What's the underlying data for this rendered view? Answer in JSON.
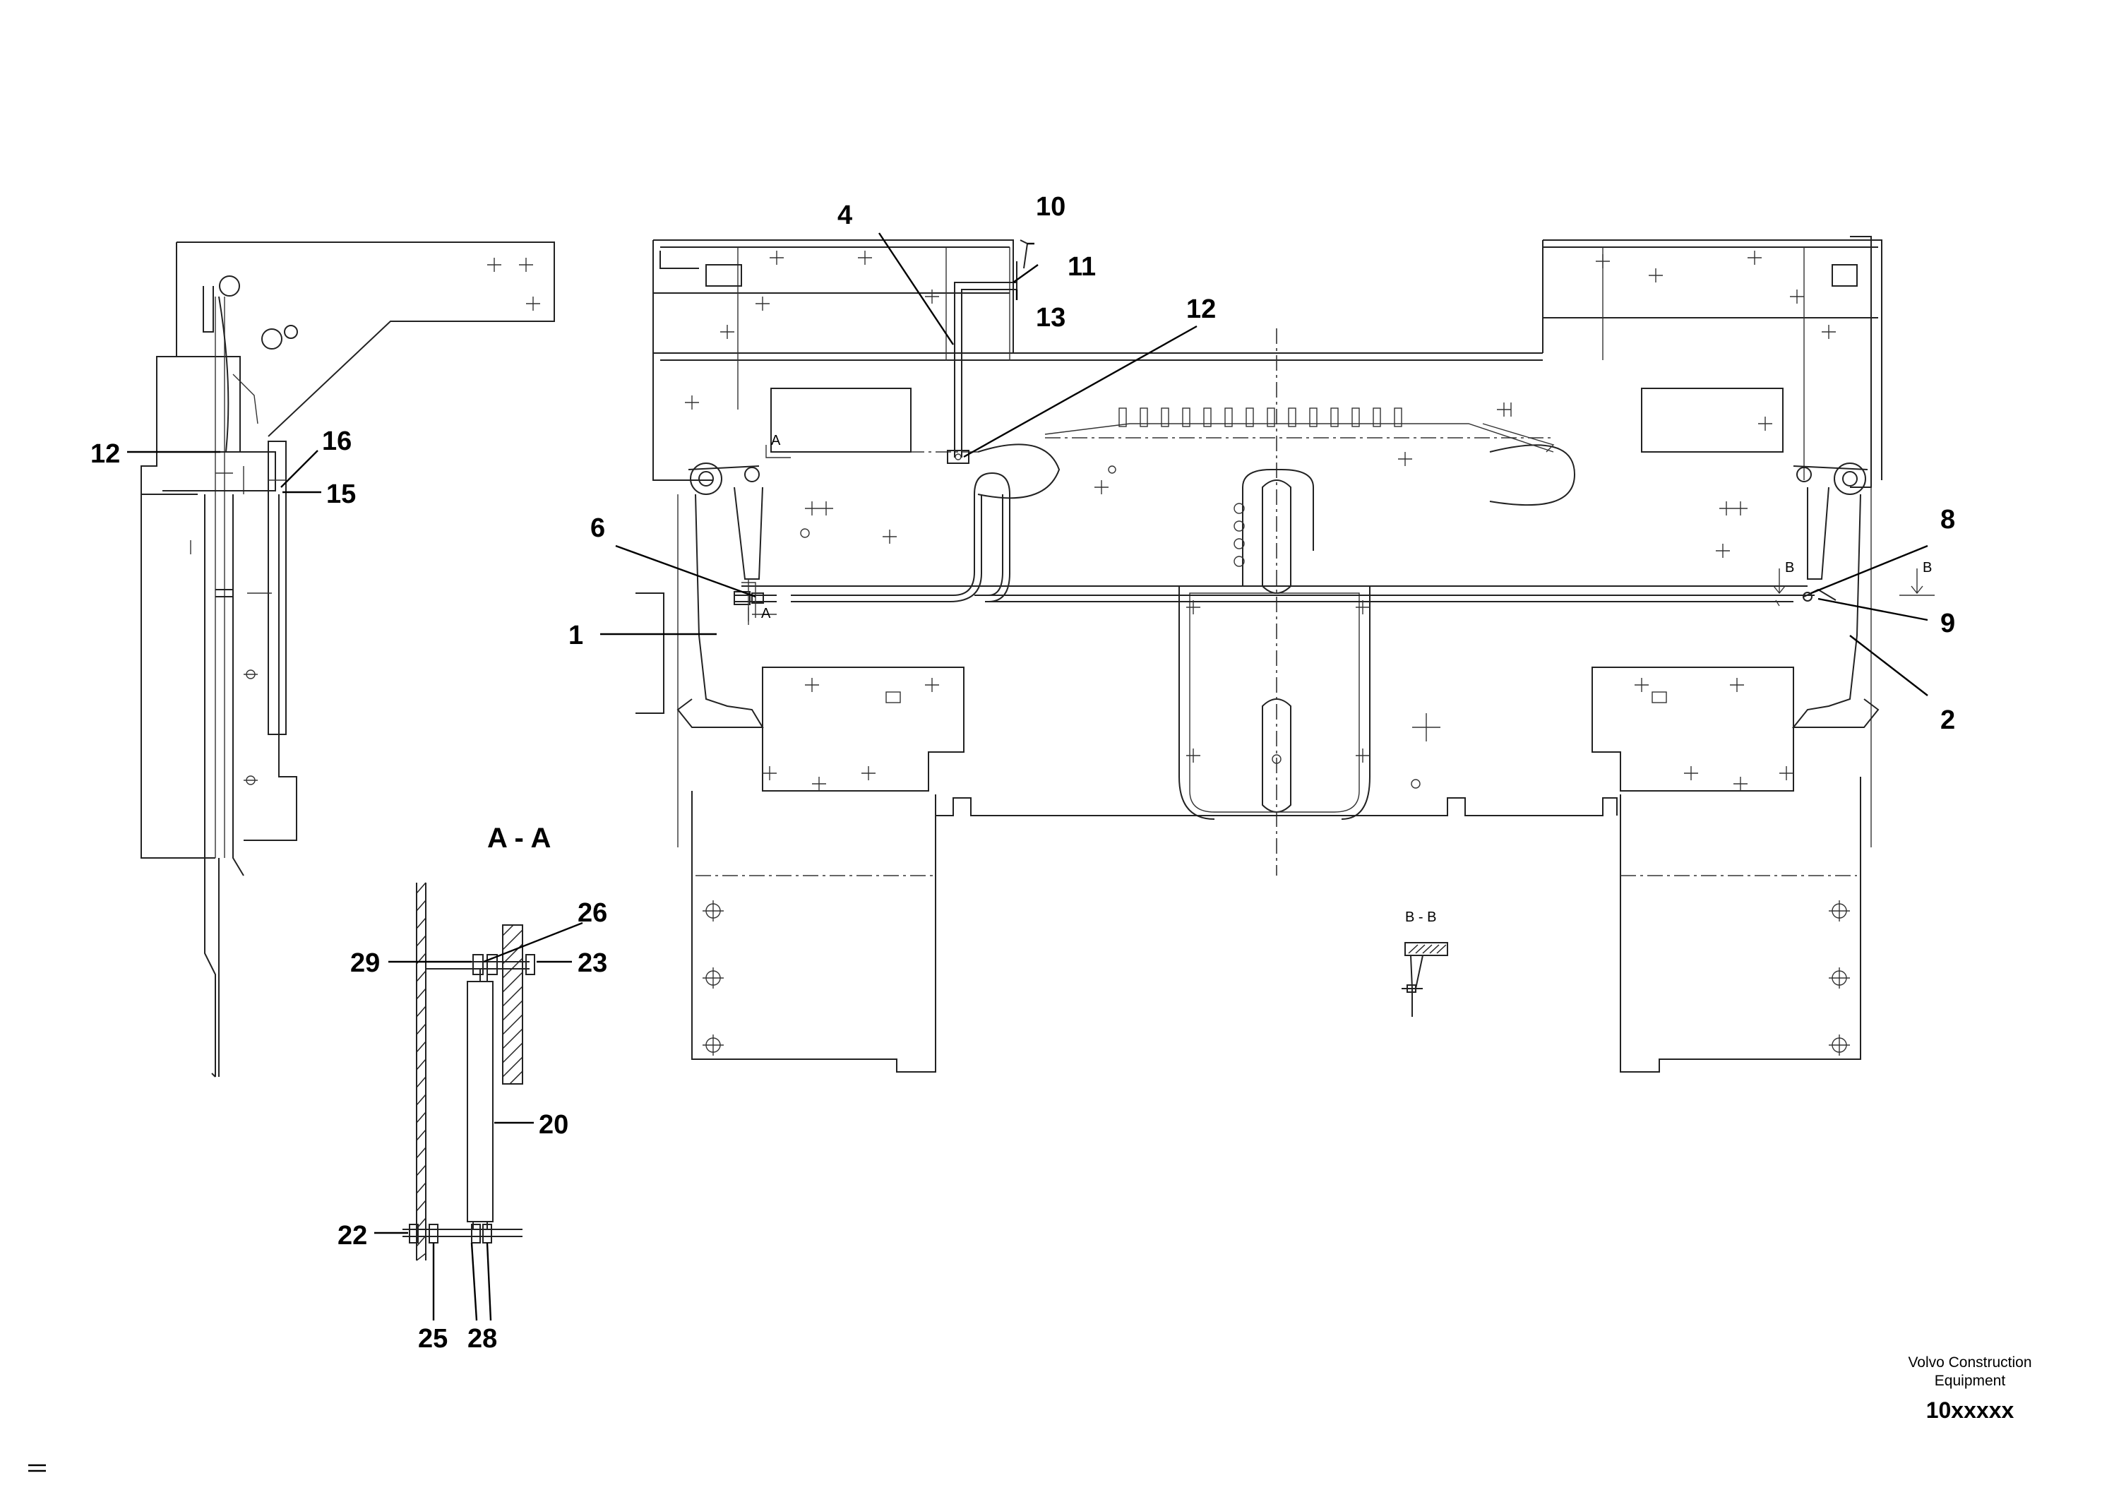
{
  "callouts": {
    "c1": "1",
    "c2": "2",
    "c4": "4",
    "c6": "6",
    "c8": "8",
    "c9": "9",
    "c10": "10",
    "c11": "11",
    "c12": "12",
    "c13": "13",
    "c12b": "12",
    "c16": "16",
    "c15": "15",
    "c26": "26",
    "c29": "29",
    "c23": "23",
    "c20": "20",
    "c22": "22",
    "c25": "25",
    "c28": "28"
  },
  "section_labels": {
    "aa_title": "A - A",
    "bb_title": "B - B",
    "a_marker_top": "A",
    "a_marker_bottom": "A",
    "b_marker_left": "B",
    "b_marker_right": "B"
  },
  "title_block": {
    "company_line1": "Volvo Construction",
    "company_line2": "Equipment",
    "doc_number": "10xxxxx"
  }
}
